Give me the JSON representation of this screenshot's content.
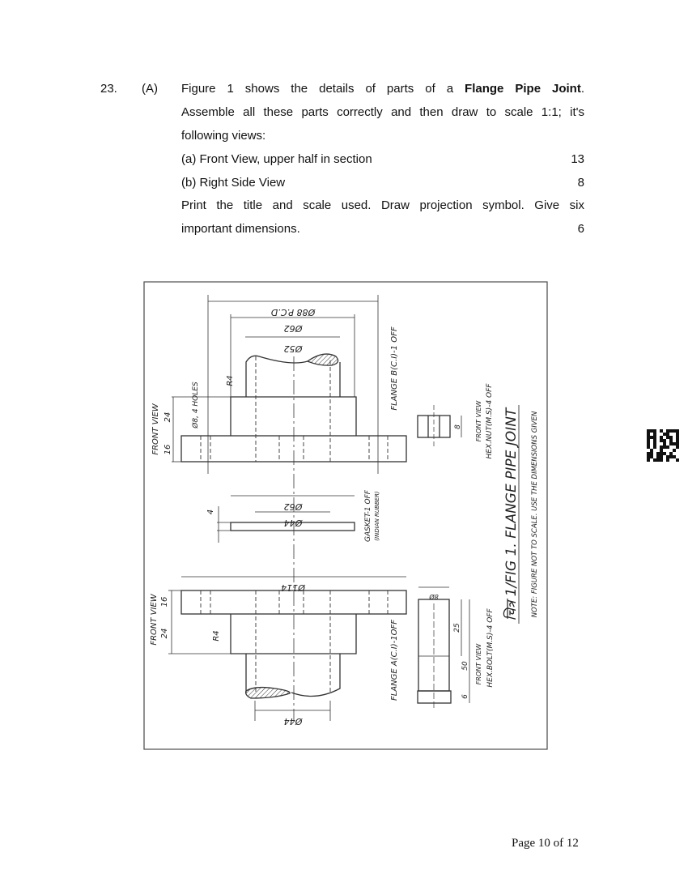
{
  "question": {
    "number": "23.",
    "part": "(A)",
    "line1_pre": "Figure 1 shows the details of parts of a",
    "line1_bold": "Flange Pipe Joint",
    "line1_post": ".",
    "line2": "Assemble all these parts correctly and then draw to scale 1:1; it's",
    "line3": "following views:",
    "items": [
      {
        "label": "(a) Front View, upper half in section",
        "marks": "13"
      },
      {
        "label": "(b) Right Side View",
        "marks": "8"
      }
    ],
    "line4": "Print the title and scale used. Draw projection symbol. Give six",
    "line5": "important dimensions.",
    "line5_marks": "6"
  },
  "figure": {
    "flange_b": {
      "label": "FLANGE B(C.I)-1 OFF",
      "dim_pcd": "Ø88 P.C.D",
      "dim_62": "Ø62",
      "dim_52": "Ø52",
      "radius": "R4",
      "holes": "Ø8, 4 HOLES",
      "view": "FRONT VIEW",
      "dim_24": "24",
      "dim_16": "16"
    },
    "gasket": {
      "label": "GASKET-1 OFF",
      "material": "(INDIAN RUBBER)",
      "dim_62": "Ø62",
      "dim_44": "Ø44",
      "dim_4": "4"
    },
    "flange_a": {
      "label": "FLANGE A(C.I)-1OFF",
      "dim_114": "Ø114",
      "dim_44": "Ø44",
      "radius": "R4",
      "view": "FRONT VIEW",
      "dim_24": "24",
      "dim_16": "16"
    },
    "nut": {
      "view": "FRONT VIEW",
      "label": "HEX.NUT(M.S)-4 OFF",
      "dim_8": "8"
    },
    "bolt": {
      "view": "FRONT VIEW",
      "label": "HEX.BOLT(M.S)-4 OFF",
      "dim_dia": "8Ø",
      "dim_25": "25",
      "dim_50": "50",
      "dim_6": "6"
    },
    "title": "चित्र 1/FIG 1. FLANGE PIPE JOINT",
    "note": "NOTE: FIGURE NOT TO SCALE. USE THE DIMENSIONS GIVEN"
  },
  "footer": "Page 10 of 12"
}
